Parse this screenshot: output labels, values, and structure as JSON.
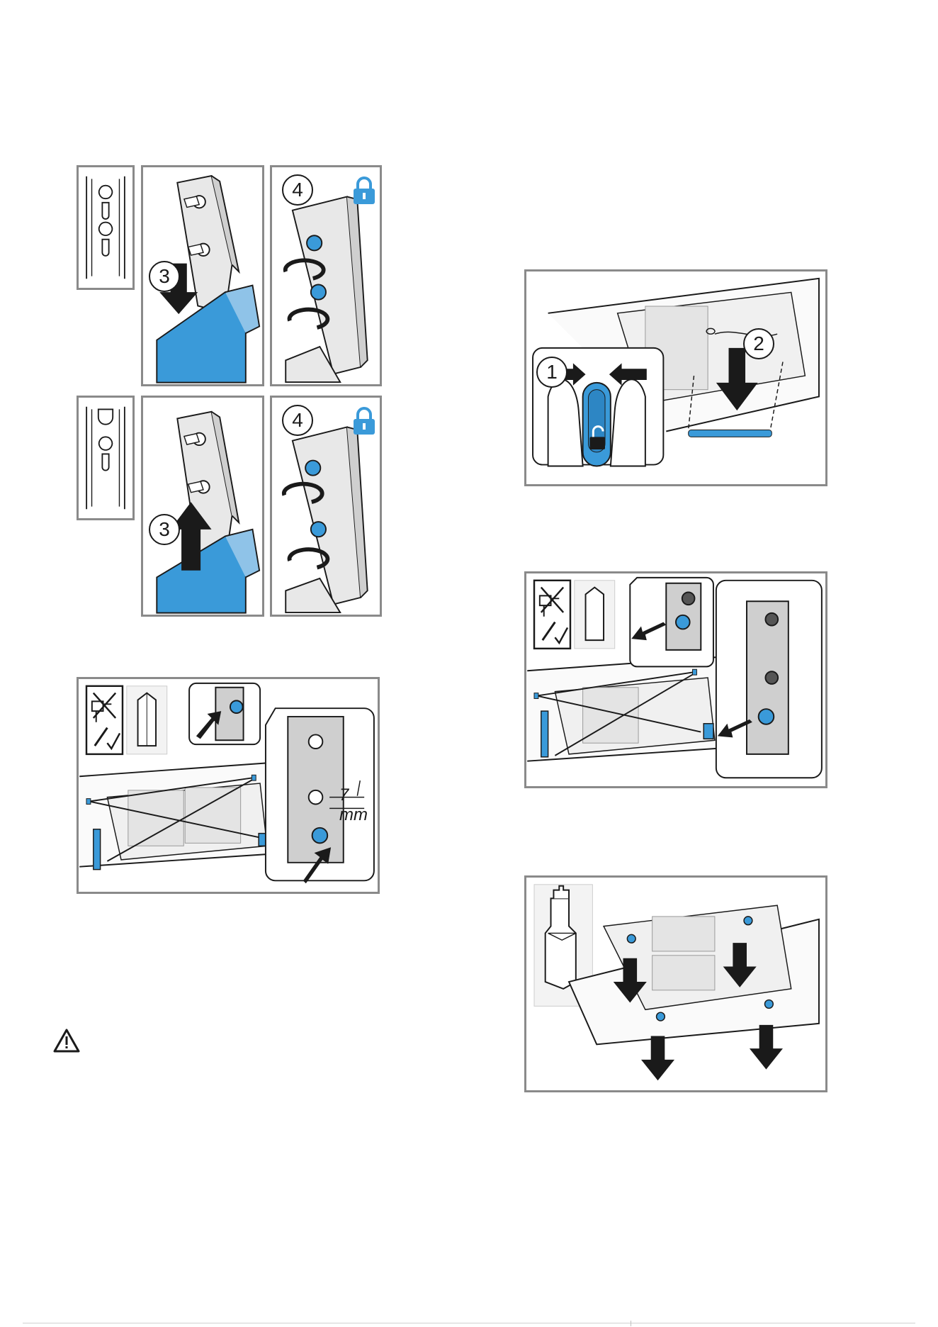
{
  "figure_steps": {
    "slide_down": "3",
    "lock_top": "4",
    "slide_up": "3",
    "lock_bottom": "4",
    "press_tabs": "1",
    "pull_down": "2"
  },
  "screw_gap_label": "7 mm",
  "colors": {
    "accent_blue": "#3a9ad9",
    "frame_gray": "#8a8a8a",
    "line": "#1a1a1a"
  },
  "icons": [
    "keyhole-rail-icon",
    "lock-icon",
    "unlock-icon",
    "no-power-drill-icon",
    "screwdriver-ok-icon",
    "hex-bit-icon",
    "torx-bit-icon",
    "warning-triangle-icon"
  ]
}
